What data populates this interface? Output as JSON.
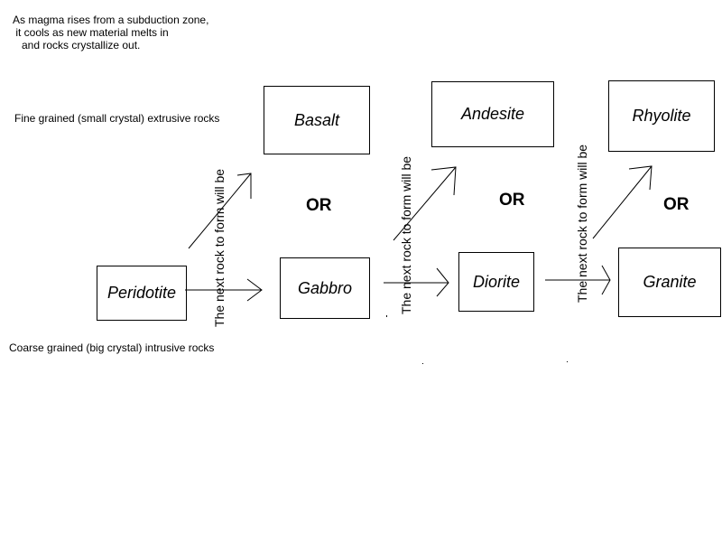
{
  "intro_lines": [
    "As magma rises from a subduction zone,",
    " it cools as new material melts in",
    "   and rocks crystallize out."
  ],
  "labels": {
    "fine": "Fine grained (small crystal) extrusive rocks",
    "coarse": "Coarse grained (big crystal) intrusive rocks",
    "or": "OR",
    "next_rock": "The next rock to form will be"
  },
  "rocks": {
    "peridotite": "Peridotite",
    "basalt": "Basalt",
    "gabbro": "Gabbro",
    "andesite": "Andesite",
    "diorite": "Diorite",
    "rhyolite": "Rhyolite",
    "granite": "Granite"
  }
}
